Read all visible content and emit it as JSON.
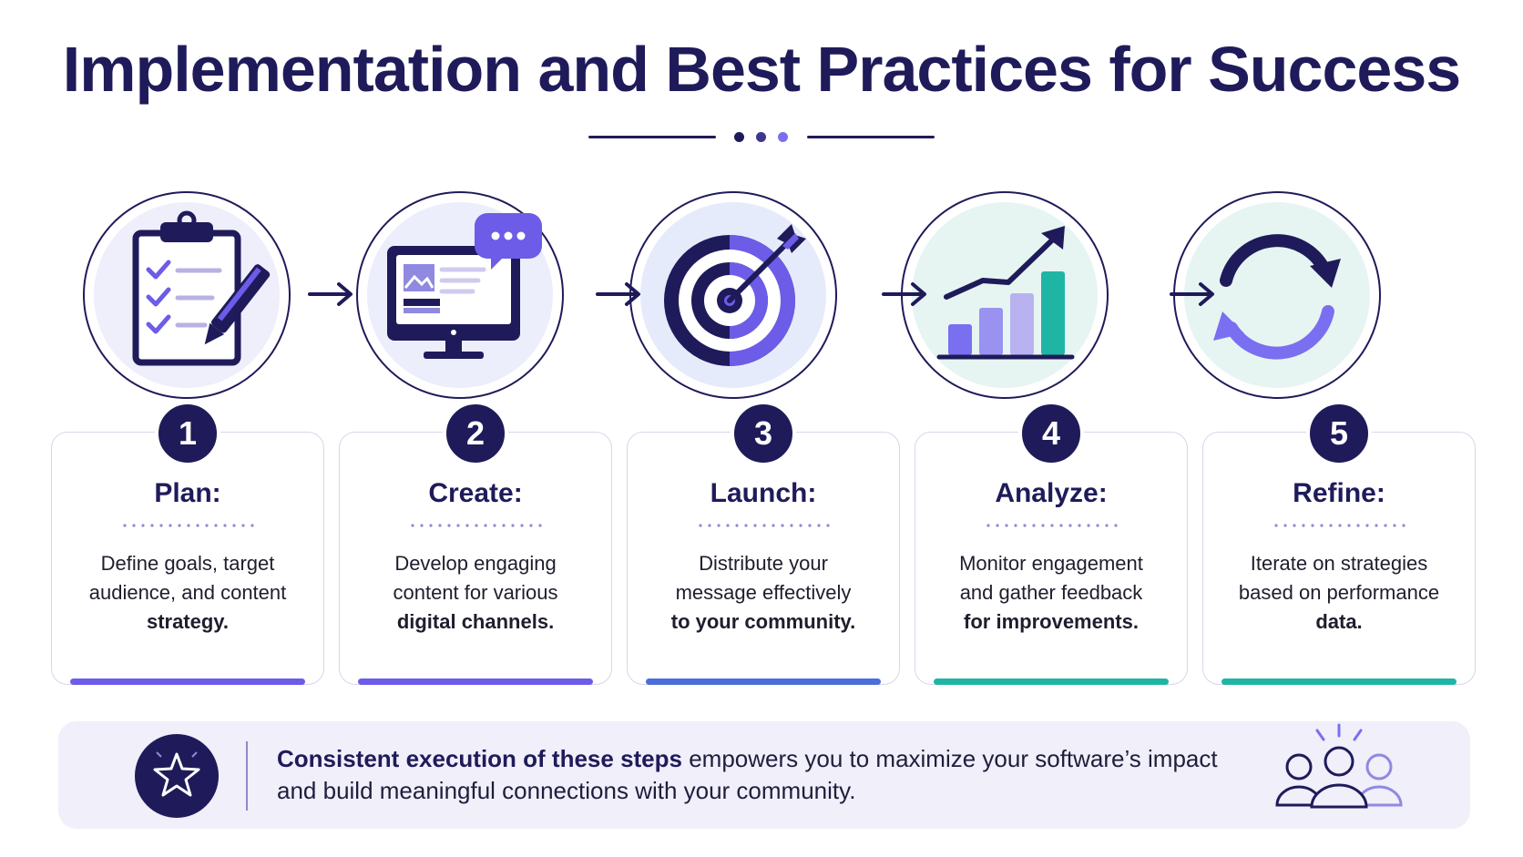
{
  "title": "Implementation and Best Practices for Success",
  "colors": {
    "navy": "#1f1b5a",
    "purple": "#6c5ce7",
    "blue": "#4a6fd8",
    "teal": "#1fb5a5"
  },
  "steps": [
    {
      "number": "1",
      "title": "Plan:",
      "desc_line1": "Define goals, target",
      "desc_line2": "audience, and content",
      "desc_line3": "strategy.",
      "icon": "clipboard-checklist-icon",
      "bar_color": "#6c5ce7"
    },
    {
      "number": "2",
      "title": "Create:",
      "desc_line1": "Develop engaging",
      "desc_line2": "content for various",
      "desc_line3": "digital channels.",
      "icon": "monitor-chat-icon",
      "bar_color": "#6c5ce7"
    },
    {
      "number": "3",
      "title": "Launch:",
      "desc_line1": "Distribute your",
      "desc_line2": "message effectively",
      "desc_line3": "to your community.",
      "icon": "target-arrow-icon",
      "bar_color": "#4a6fd8"
    },
    {
      "number": "4",
      "title": "Analyze:",
      "desc_line1": "Monitor engagement",
      "desc_line2": "and gather feedback",
      "desc_line3": "for improvements.",
      "icon": "growth-chart-icon",
      "bar_color": "#1fb5a5"
    },
    {
      "number": "5",
      "title": "Refine:",
      "desc_line1": "Iterate on strategies",
      "desc_line2": "based on performance",
      "desc_line3": "data.",
      "icon": "refresh-cycle-icon",
      "bar_color": "#1fb5a5"
    }
  ],
  "banner": {
    "bold": "Consistent execution of these steps",
    "rest_line1": " empowers you to maximize your software’s impact",
    "line2": "and build meaningful connections with your community.",
    "icon": "star-icon",
    "people_icon": "community-people-icon"
  }
}
